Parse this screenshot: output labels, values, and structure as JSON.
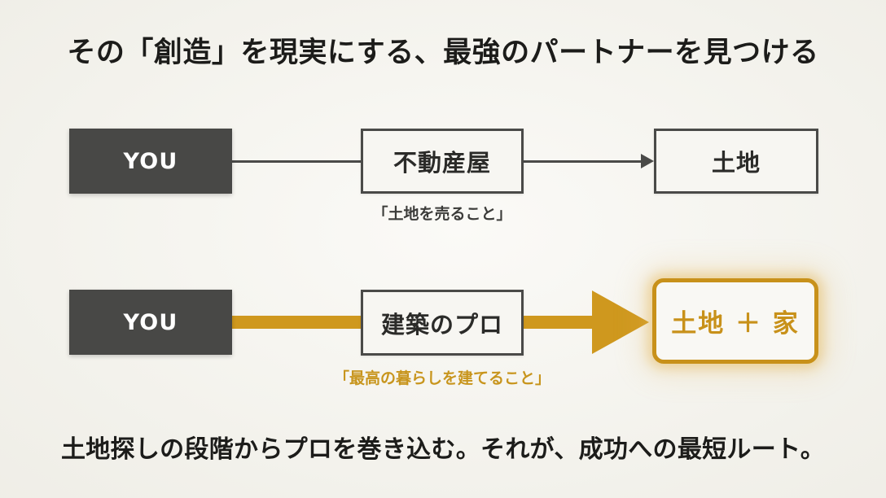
{
  "slide": {
    "title": "その「創造」を現実にする、最強のパートナーを見つける",
    "footer": "土地探しの段階からプロを巻き込む。それが、成功への最短ルート。",
    "background_color": "#f3f2ec",
    "accent_color": "#cf981e",
    "dark_color": "#484846"
  },
  "rows": [
    {
      "id": "conventional-route",
      "start_label": "YOU",
      "middle_label": "不動産屋",
      "middle_caption": "「土地を売ること」",
      "end_label": "土地",
      "style": "plain",
      "line_color": "#4a4a48"
    },
    {
      "id": "recommended-route",
      "start_label": "YOU",
      "middle_label": "建築のプロ",
      "middle_caption": "「最高の暮らしを建てること」",
      "end_label": "土地 ＋ 家",
      "style": "gold",
      "line_color": "#cf981e"
    }
  ]
}
